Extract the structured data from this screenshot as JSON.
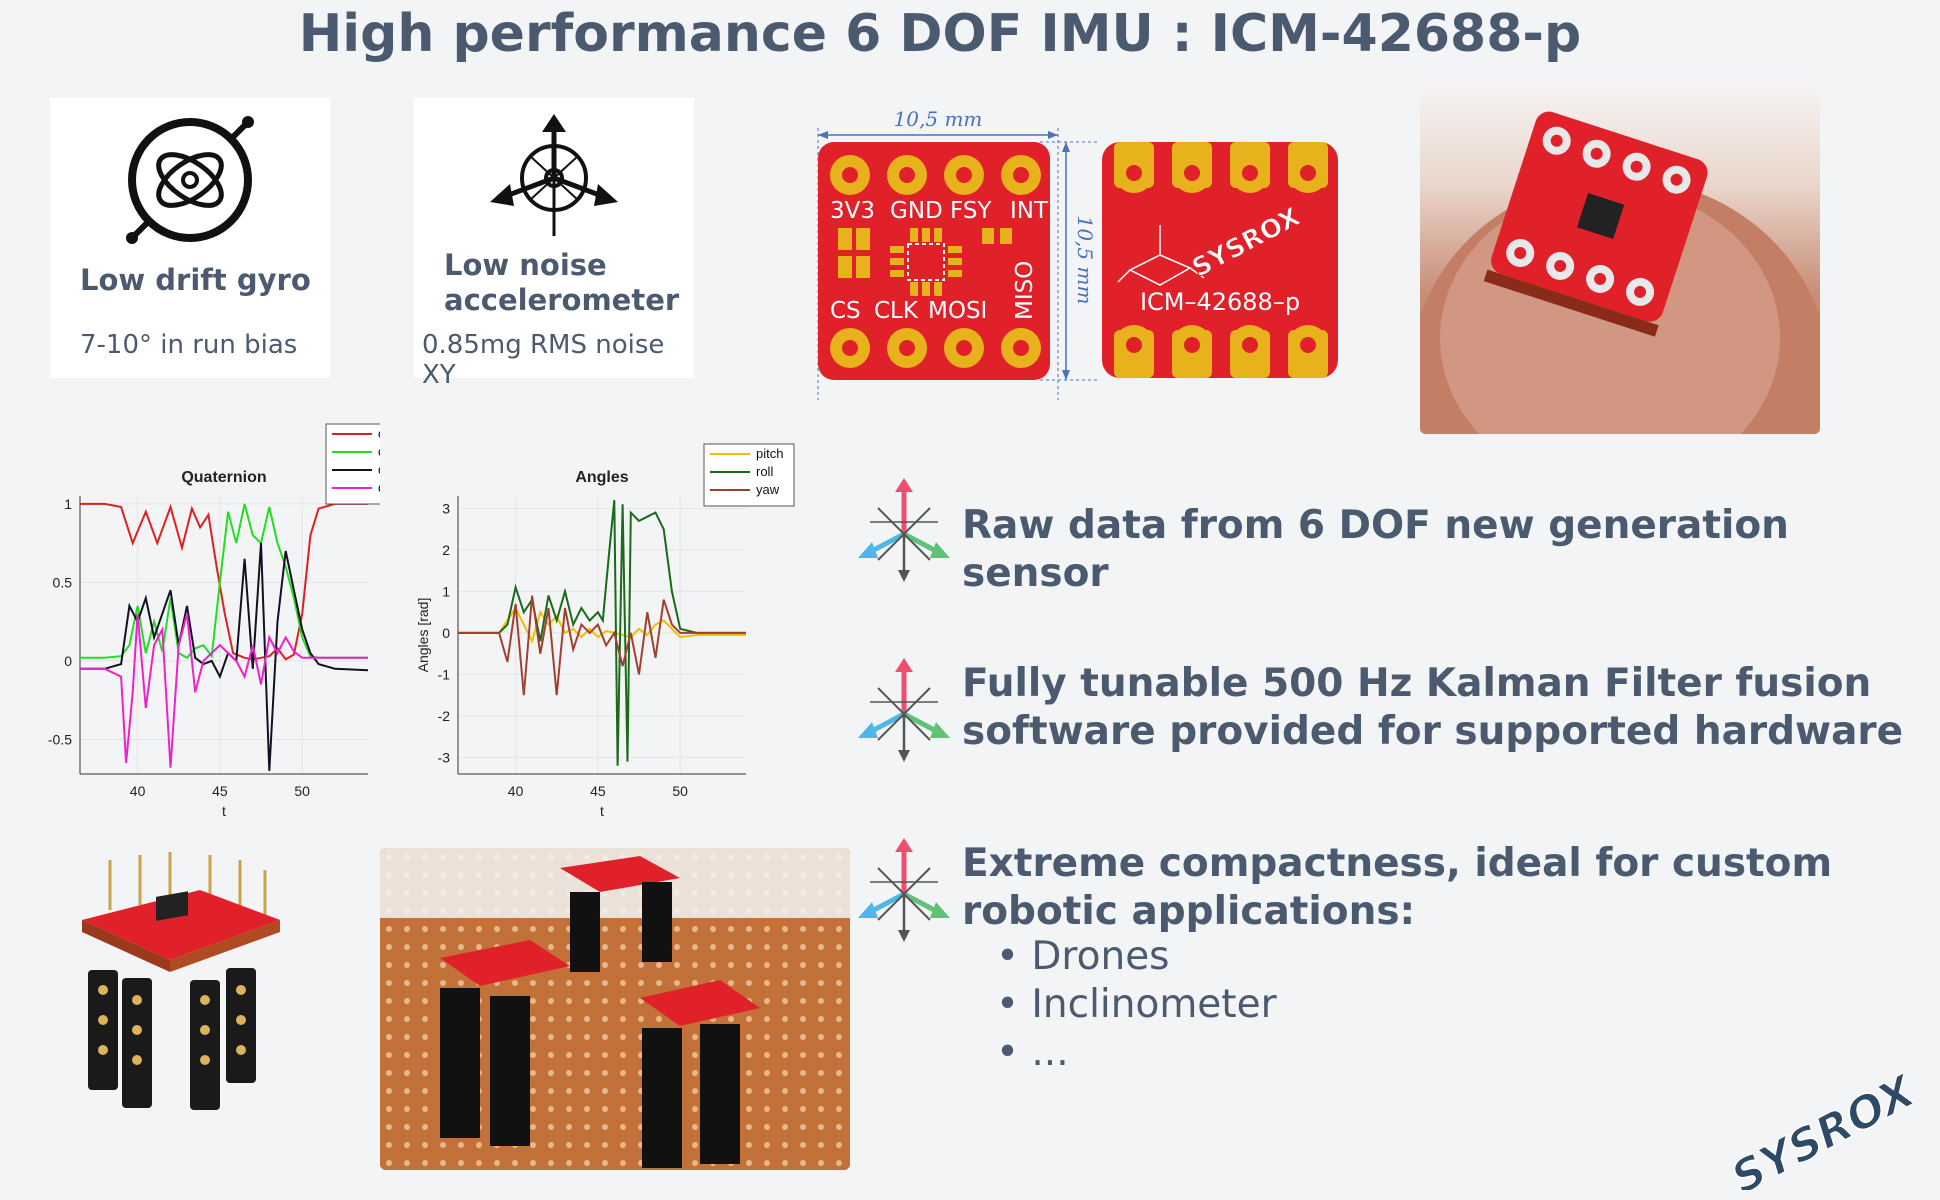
{
  "title": "High performance 6 DOF IMU : ICM-42688-p",
  "cards": [
    {
      "icon": "gyro-icon",
      "title_lines": [
        "Low drift gyro"
      ],
      "sub": "7-10° in run bias"
    },
    {
      "icon": "accelerometer-icon",
      "title_lines": [
        "Low noise",
        "accelerometer"
      ],
      "sub": "0.85mg RMS noise XY"
    }
  ],
  "pcb": {
    "dimension_h": "10,5 mm",
    "dimension_v": "10,5 mm",
    "front_top_labels": [
      "3V3",
      "GND",
      "FSY",
      "INT"
    ],
    "front_bottom_labels": [
      "CS",
      "CLK",
      "MOSI"
    ],
    "front_side_label": "MISO",
    "back_chip_label": "ICM–42688–p",
    "back_logo": "SYSROX",
    "colors": {
      "board": "#e0212a",
      "pad": "#e8b21c"
    }
  },
  "features": [
    {
      "lines": [
        "Raw data from 6 DOF new generation sensor"
      ]
    },
    {
      "lines": [
        "Fully tunable 500 Hz Kalman Filter fusion",
        "software provided for supported hardware"
      ]
    },
    {
      "lines": [
        "Extreme compactness, ideal for custom",
        "robotic applications:"
      ]
    }
  ],
  "bullets": [
    "Drones",
    "Inclinometer",
    "..."
  ],
  "logo": "SYSROX",
  "chart_data": [
    {
      "type": "line",
      "title": "Quaternion",
      "xlabel": "t",
      "ylabel": "",
      "xlim": [
        36.5,
        54
      ],
      "ylim": [
        -0.72,
        1.05
      ],
      "xticks": [
        40,
        45,
        50
      ],
      "yticks": [
        1,
        0.5,
        0,
        -0.5
      ],
      "ytick_labels": [
        "1",
        "0.5",
        "0",
        "-0.5"
      ],
      "grid": true,
      "legend": "top-right",
      "series": [
        {
          "name": "quatW",
          "color": "#e02020",
          "x": [
            36.5,
            38,
            39,
            39.7,
            40.5,
            41.2,
            42,
            42.7,
            43.3,
            43.8,
            44.3,
            44.8,
            45.3,
            45.8,
            46.5,
            47,
            47.5,
            48,
            48.5,
            49,
            49.5,
            50,
            50.5,
            51,
            52,
            54
          ],
          "y": [
            1,
            1,
            0.98,
            0.75,
            0.95,
            0.75,
            0.98,
            0.72,
            0.97,
            0.85,
            0.93,
            0.6,
            0.3,
            0.05,
            0.02,
            0.01,
            0.02,
            0.03,
            0.08,
            0.01,
            0.04,
            0.3,
            0.8,
            0.97,
            1,
            1
          ]
        },
        {
          "name": "quatX",
          "color": "#22dd22",
          "x": [
            36.5,
            38,
            39,
            39.5,
            40,
            40.5,
            41,
            41.5,
            42,
            42.5,
            43,
            43.5,
            44,
            44.5,
            45,
            45.5,
            46,
            46.5,
            47,
            47.5,
            48,
            48.5,
            49,
            49.5,
            50,
            50.5,
            51,
            52,
            54
          ],
          "y": [
            0.02,
            0.02,
            0.03,
            0.1,
            0.35,
            0.05,
            0.25,
            0.06,
            0.4,
            0.05,
            0.02,
            0.08,
            0.1,
            0.03,
            0.5,
            0.95,
            0.75,
            1,
            0.8,
            0.75,
            0.98,
            0.75,
            0.6,
            0.4,
            0.15,
            0.03,
            0.02,
            0.02,
            0.02
          ]
        },
        {
          "name": "quatY",
          "color": "#111122",
          "x": [
            36.5,
            38,
            39,
            39.5,
            40,
            40.5,
            41,
            41.5,
            42,
            42.5,
            43,
            43.5,
            44,
            44.5,
            45,
            45.5,
            46,
            46.5,
            47,
            47.5,
            48,
            48.5,
            49,
            49.5,
            50,
            50.5,
            51,
            52,
            54
          ],
          "y": [
            -0.05,
            -0.05,
            -0.02,
            0.35,
            0.25,
            0.4,
            0.15,
            0.3,
            0.45,
            0.1,
            0.35,
            0.02,
            -0.02,
            0.0,
            -0.1,
            0.05,
            0.0,
            0.65,
            -0.05,
            0.75,
            -0.7,
            0.25,
            0.7,
            0.45,
            0.2,
            0.05,
            -0.02,
            -0.05,
            -0.06
          ]
        },
        {
          "name": "quatZ",
          "color": "#ee22cc",
          "x": [
            36.5,
            38,
            39,
            39.3,
            39.7,
            40,
            40.5,
            41,
            41.5,
            42,
            42.5,
            43,
            43.5,
            44,
            44.5,
            45,
            45.5,
            46,
            46.5,
            47,
            47.5,
            48,
            48.5,
            49,
            49.5,
            50,
            51,
            52,
            54
          ],
          "y": [
            -0.05,
            -0.05,
            -0.1,
            -0.65,
            -0.2,
            0.3,
            -0.3,
            0.1,
            0.2,
            -0.68,
            0.1,
            0.3,
            -0.2,
            0.0,
            0.05,
            0.1,
            0.05,
            0.0,
            -0.1,
            0.1,
            -0.15,
            0.15,
            0.05,
            0.15,
            0.06,
            0.02,
            0.02,
            0.02,
            0.02
          ]
        }
      ]
    },
    {
      "type": "line",
      "title": "Angles",
      "xlabel": "t",
      "ylabel": "Angles [rad]",
      "xlim": [
        36.5,
        54
      ],
      "ylim": [
        -3.4,
        3.3
      ],
      "xticks": [
        40,
        45,
        50
      ],
      "yticks": [
        3,
        2,
        1,
        0,
        -1,
        -2,
        -3
      ],
      "ytick_labels": [
        "3",
        "2",
        "1",
        "0",
        "-1",
        "-2",
        "-3"
      ],
      "grid": true,
      "legend": "top-right",
      "series": [
        {
          "name": "pitch",
          "color": "#f0c000",
          "x": [
            36.5,
            39,
            39.5,
            40,
            40.5,
            41,
            41.5,
            42,
            42.5,
            43,
            43.5,
            44,
            44.5,
            45,
            45.5,
            46,
            46.5,
            47,
            47.5,
            48,
            48.5,
            49,
            49.5,
            50,
            51,
            52,
            54
          ],
          "y": [
            0,
            0,
            0.3,
            0.6,
            0.2,
            -0.2,
            0.5,
            0.2,
            0.4,
            0.0,
            0.1,
            -0.1,
            0.1,
            -0.1,
            0.05,
            0,
            -0.05,
            -0.1,
            0.1,
            -0.05,
            0.2,
            0.3,
            0.1,
            -0.1,
            -0.05,
            -0.05,
            -0.05
          ]
        },
        {
          "name": "roll",
          "color": "#1a6a1a",
          "x": [
            36.5,
            39,
            39.5,
            40,
            40.5,
            41,
            41.5,
            42,
            42.5,
            43,
            43.5,
            44,
            44.5,
            45,
            45.3,
            45.7,
            46,
            46.2,
            46.5,
            46.8,
            47,
            47.5,
            48,
            48.5,
            49,
            49.5,
            50,
            51,
            52,
            54
          ],
          "y": [
            0,
            0,
            0.2,
            1.1,
            0.5,
            0.8,
            -0.2,
            0.9,
            0.3,
            1.0,
            0.2,
            0.6,
            0.3,
            0.5,
            0.3,
            2.0,
            3.2,
            -3.2,
            3.1,
            -3.1,
            2.9,
            2.7,
            2.8,
            2.9,
            2.5,
            1.0,
            0.1,
            0,
            0,
            0
          ]
        },
        {
          "name": "yaw",
          "color": "#a04030",
          "x": [
            36.5,
            38,
            39,
            39.5,
            40,
            40.5,
            41,
            41.5,
            42,
            42.5,
            43,
            43.5,
            44,
            44.5,
            45,
            45.5,
            46,
            46.5,
            47,
            47.5,
            48,
            48.5,
            49,
            49.5,
            50,
            51,
            54
          ],
          "y": [
            0,
            0,
            0,
            -0.7,
            0.7,
            -1.5,
            0.9,
            -0.5,
            0.6,
            -1.5,
            0.6,
            -0.4,
            0.2,
            0,
            0.2,
            -0.3,
            0,
            -0.8,
            0,
            -1.0,
            0.5,
            -0.6,
            0.8,
            0.2,
            0.0,
            0,
            0
          ]
        }
      ]
    }
  ]
}
